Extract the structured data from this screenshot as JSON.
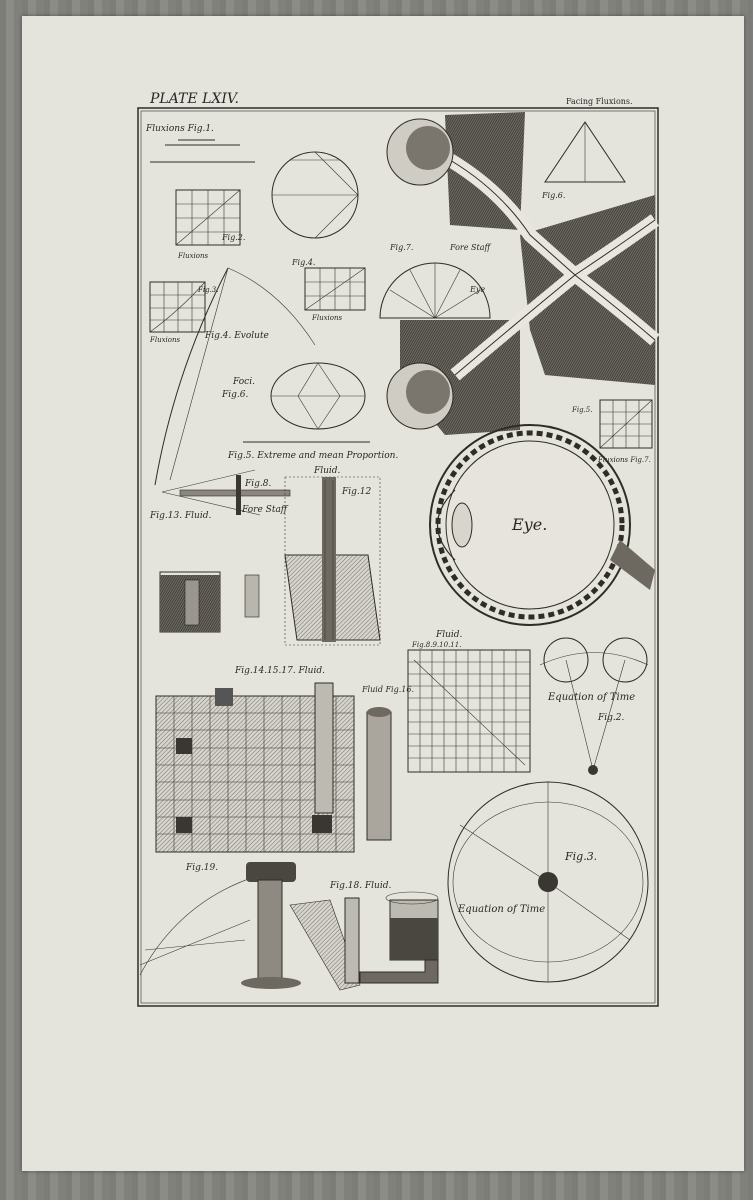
{
  "header": {
    "plate_title": "PLATE LXIV.",
    "facing": "Facing Fluxions."
  },
  "figures": {
    "fluxions_fig1": "Fluxions Fig.1.",
    "fig2": "Fig.2.",
    "fluxions_a": "Fluxions",
    "fluxions_b": "Fluxions",
    "fluxions_c": "Fluxions",
    "fig3": "Fig.3.",
    "fig4": "Fig.4.",
    "fig4_evolute": "Fig.4. Evolute",
    "foci": "Foci.",
    "fig6_foci": "Fig.6.",
    "fig5_extreme": "Fig.5. Extreme and mean Proportion.",
    "fluid_a": "Fluid.",
    "fig8": "Fig.8.",
    "fore_staff_a": "Fore Staff",
    "fig12": "Fig.12",
    "fig13_fluid": "Fig.13. Fluid.",
    "fig7": "Fig.7.",
    "fore_staff_b": "Fore Staff",
    "eye_label_small": "Eye",
    "fig6_triangle": "Fig.6.",
    "fig5_fluxions": "Fig.5.",
    "fluxions_fig7": "Fluxions Fig.7.",
    "eye": "Eye.",
    "fluid_b": "Fluid.",
    "fig_8_9_10_11": "Fig.8.9.10.11.",
    "fig14_15_17": "Fig.14.15.17. Fluid.",
    "fluid_fig16": "Fluid Fig.16.",
    "equation_of_time_a": "Equation of Time",
    "fig2_eq": "Fig.2.",
    "fig3_eq": "Fig.3.",
    "equation_of_time_b": "Equation of Time",
    "fig19": "Fig.19.",
    "fig18_fluid": "Fig.18. Fluid."
  }
}
